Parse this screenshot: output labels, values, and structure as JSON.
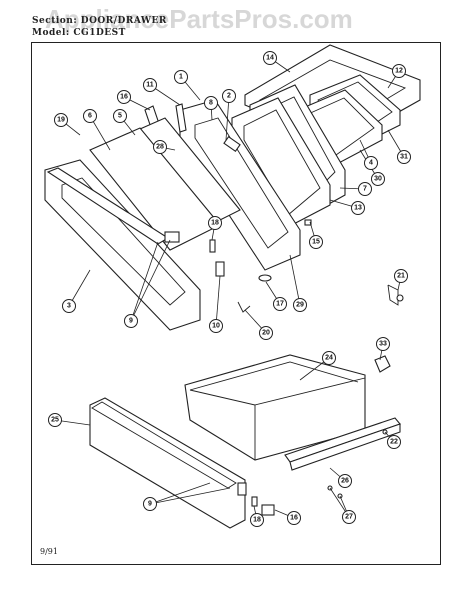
{
  "header": {
    "section_line": "Section: DOOR/DRAWER",
    "model_line": "Model: CG1DEST"
  },
  "watermark": "AppliancePartsPros.com",
  "footer": {
    "date": "9/91"
  },
  "callouts": [
    "1",
    "2",
    "3",
    "4",
    "5",
    "6",
    "7",
    "8",
    "9",
    "9",
    "10",
    "11",
    "12",
    "13",
    "14",
    "15",
    "16",
    "16",
    "17",
    "18",
    "18",
    "19",
    "20",
    "21",
    "22",
    "24",
    "25",
    "26",
    "27",
    "28",
    "29",
    "30",
    "31",
    "33"
  ]
}
